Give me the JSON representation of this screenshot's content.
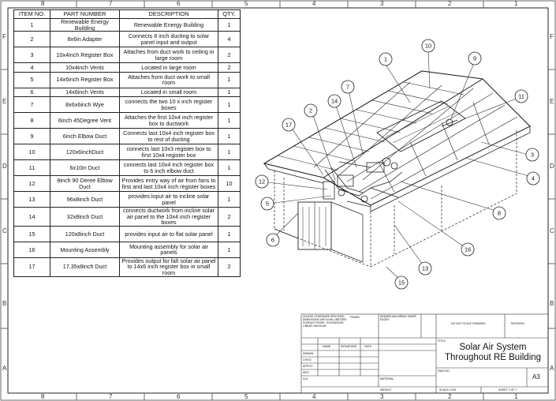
{
  "border": {
    "columns_top": [
      "8",
      "7",
      "6",
      "5",
      "4",
      "3",
      "2",
      "1"
    ],
    "columns_bottom": [
      "8",
      "7",
      "6",
      "5",
      "4",
      "3",
      "2",
      "1"
    ],
    "rows_left": [
      "F",
      "E",
      "D",
      "C",
      "B",
      "A"
    ],
    "rows_right": [
      "F",
      "E",
      "D",
      "C",
      "B",
      "A"
    ]
  },
  "bom": {
    "headers": {
      "item": "ITEM NO.",
      "part": "PART NUMBER",
      "desc": "DESCRIPTION",
      "qty": "QTY."
    },
    "rows": [
      {
        "item": "1",
        "part": "Renewable Energy Building",
        "desc": "Renewable Energy Building",
        "qty": "1"
      },
      {
        "item": "2",
        "part": "8x6in Adapter",
        "desc": "Connects 8 inch ducting to solar panel input and output",
        "qty": "4"
      },
      {
        "item": "3",
        "part": "10x4inch Register Box",
        "desc": "Attaches from duct work to ceiling in large room",
        "qty": "2"
      },
      {
        "item": "4",
        "part": "10x4inch Vents",
        "desc": "Located in large room",
        "qty": "2"
      },
      {
        "item": "5",
        "part": "14x6inch Register Box",
        "desc": "Attaches from duct work to small room",
        "qty": "1"
      },
      {
        "item": "6",
        "part": "14x6inch Vents",
        "desc": "Located in small room",
        "qty": "1"
      },
      {
        "item": "7",
        "part": "8x6x6inch Wye",
        "desc": "connects the two 10 x inch register boxes",
        "qty": "1"
      },
      {
        "item": "8",
        "part": "6inch 45Degree Vent",
        "desc": "Attaches the first 10x4 inch register box to ductwork",
        "qty": "1"
      },
      {
        "item": "9",
        "part": "6inch Elbow Duct",
        "desc": "Connects last 10x4 inch register box to rest of ducting",
        "qty": "1"
      },
      {
        "item": "10",
        "part": "120x6inchDuct",
        "desc": "connects last 10x3 register box to first 10x4 register box",
        "qty": "1"
      },
      {
        "item": "11",
        "part": "6x10in Duct",
        "desc": "connects last 10x4 inch register box to 6 inch elbow duct",
        "qty": "1"
      },
      {
        "item": "12",
        "part": "8inch 90 Deree Elbow Duct",
        "desc": "Provides entry way of air from fans to first and last 10x4 inch register boxes",
        "qty": "10"
      },
      {
        "item": "13",
        "part": "96x8inch Duct",
        "desc": "provides input air to incline solar panel",
        "qty": "1"
      },
      {
        "item": "14",
        "part": "32x8inch Duct",
        "desc": "connects ductwork from incline solar air panel to the 10x4 inch register boxes",
        "qty": "2"
      },
      {
        "item": "15",
        "part": "120x8inch Duct",
        "desc": "provides input air to flat solar panel",
        "qty": "1"
      },
      {
        "item": "16",
        "part": "Mounting Assembly",
        "desc": "Mounting assembly for solar air panels",
        "qty": "1"
      },
      {
        "item": "17",
        "part": "17.35x8inch Duct",
        "desc": "Provides output for falt solar air panel to 14x6 inch register box in small room",
        "qty": "2"
      }
    ]
  },
  "balloons": [
    "1",
    "2",
    "3",
    "4",
    "5",
    "6",
    "7",
    "8",
    "9",
    "10",
    "11",
    "12",
    "13",
    "14",
    "15",
    "16",
    "17"
  ],
  "title_block": {
    "title_line1": "Solar Air System",
    "title_line2": "Throughout RE Building",
    "size": "A3",
    "notes_left": "UNLESS OTHERWISE SPECIFIED: DIMENSIONS ARE IN MILLIMETERS SURFACE FINISH: TOLERANCES: LINEAR: ANGULAR:",
    "finish": "FINISH:",
    "deburr": "DEBURR AND BREAK SHARP EDGES",
    "dont_scale": "DO NOT SCALE DRAWING",
    "revision": "REVISION",
    "col_name": "NAME",
    "col_signature": "SIGNATURE",
    "col_date": "DATE",
    "rows": [
      "DRAWN",
      "CHK'D",
      "APPV'D",
      "MFG",
      "Q.A"
    ],
    "material": "MATERIAL:",
    "weight": "WEIGHT:",
    "title_label": "TITLE:",
    "dwg_no": "DWG NO.",
    "scale": "SCALE:1:200",
    "sheet": "SHEET 1 OF 1"
  }
}
